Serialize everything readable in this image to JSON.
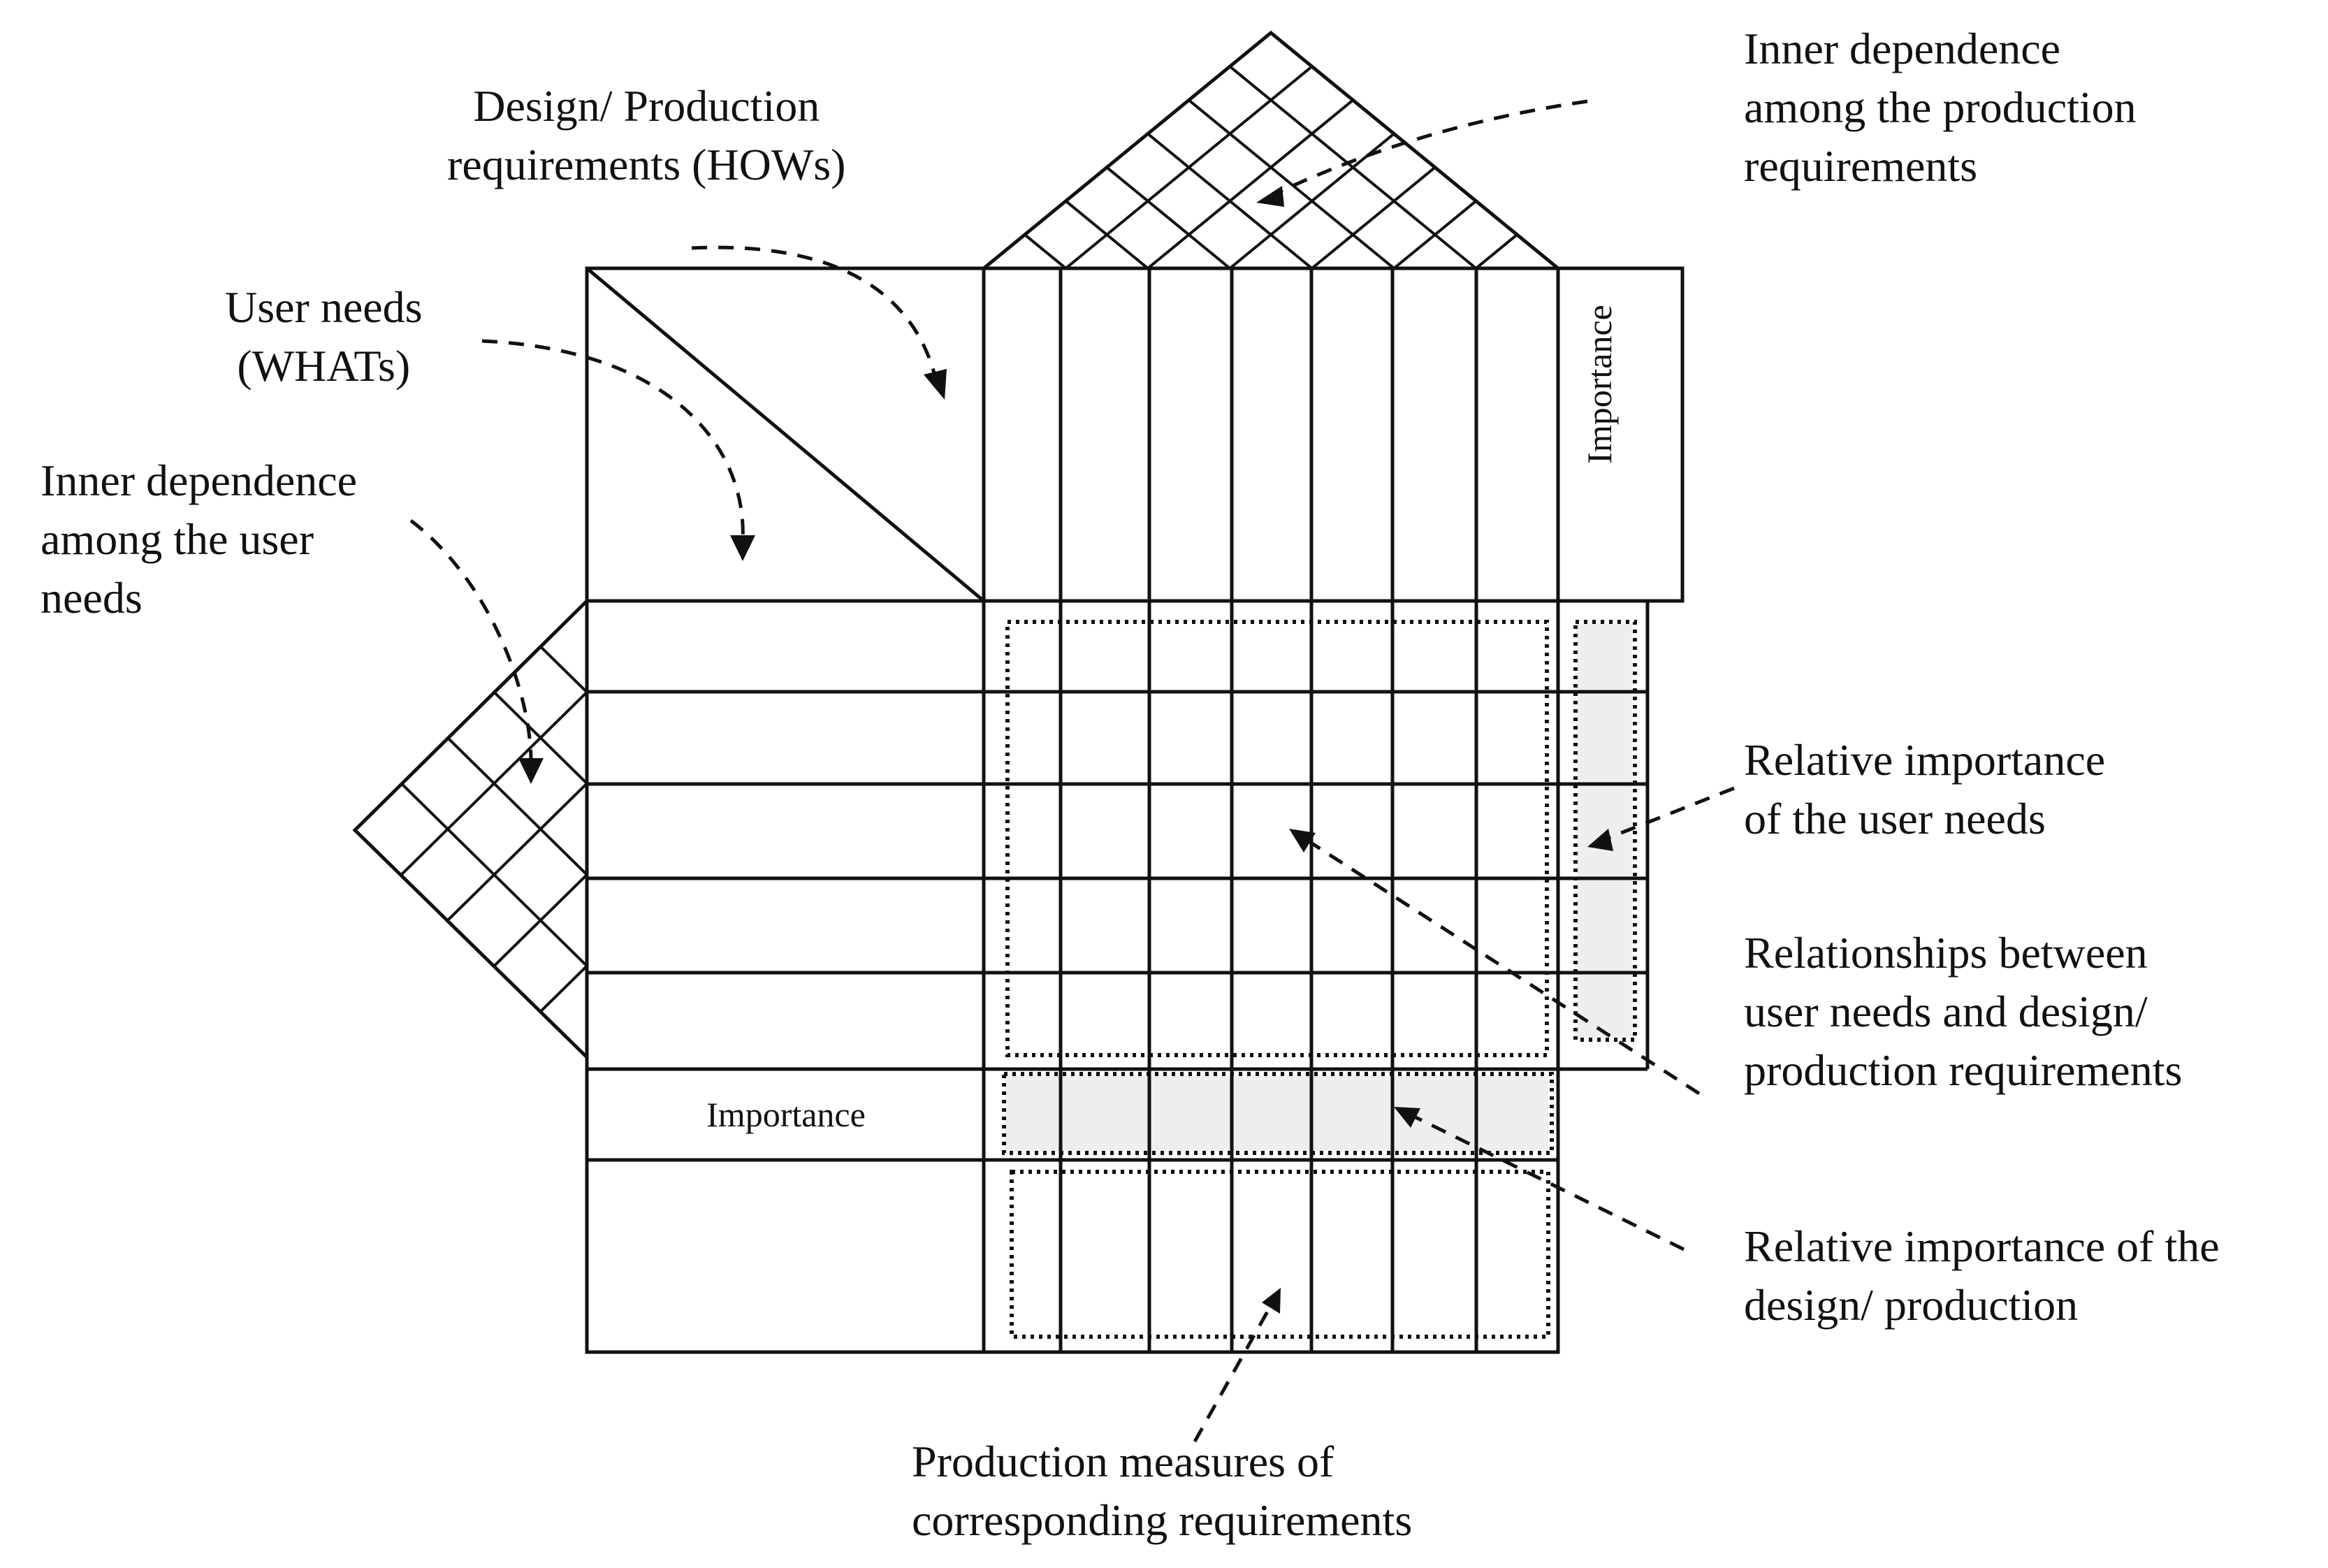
{
  "callouts": {
    "hows": [
      "Design/ Production",
      "requirements (HOWs)"
    ],
    "whats": [
      "User needs",
      "(WHATs)"
    ],
    "inner_user": [
      "Inner dependence",
      "among the user",
      "needs"
    ],
    "inner_prod": [
      "Inner dependence",
      "among the production",
      "requirements"
    ],
    "rel_user": [
      "Relative importance",
      "of the user needs"
    ],
    "relationships": [
      "Relationships between",
      "user needs and design/",
      "production requirements"
    ],
    "rel_design": [
      "Relative importance of the",
      "design/ production"
    ],
    "measures": [
      "Production measures of",
      "corresponding requirements"
    ]
  },
  "matrix_labels": {
    "importance_row": "Importance",
    "importance_column": "Importance"
  }
}
